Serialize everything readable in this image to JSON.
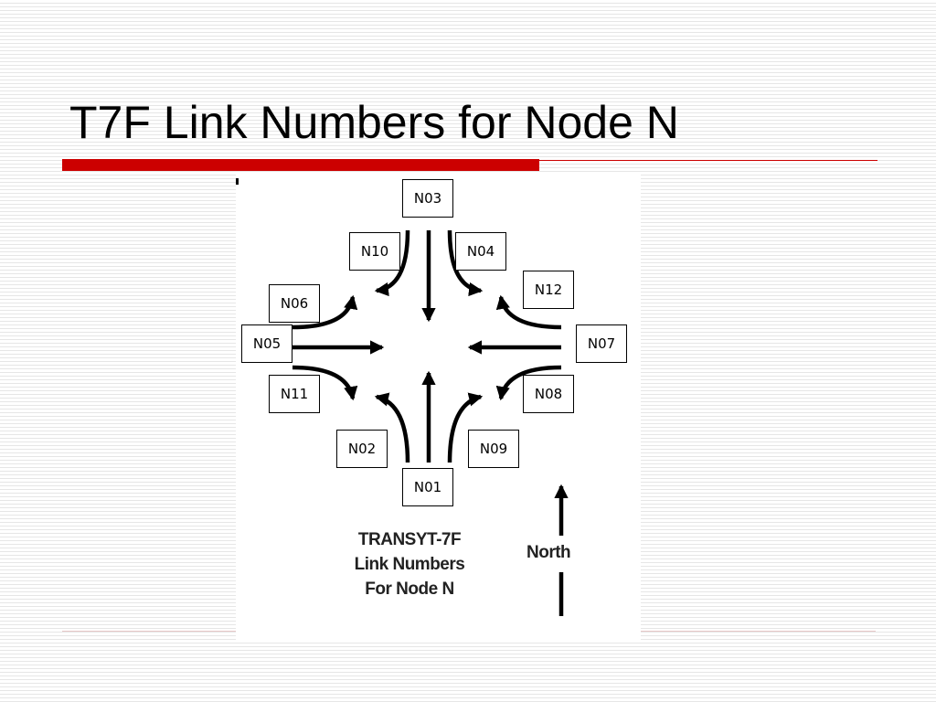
{
  "slide": {
    "title": "T7F Link Numbers for Node N",
    "accent_color": "#cc0000"
  },
  "diagram": {
    "nodes": {
      "n03": "N03",
      "n10": "N10",
      "n04": "N04",
      "n12": "N12",
      "n06": "N06",
      "n05": "N05",
      "n07": "N07",
      "n11": "N11",
      "n08": "N08",
      "n02": "N02",
      "n09": "N09",
      "n01": "N01"
    },
    "caption": {
      "line1": "TRANSYT-7F",
      "line2": "Link Numbers",
      "line3": "For Node N"
    },
    "north_label": "North"
  }
}
